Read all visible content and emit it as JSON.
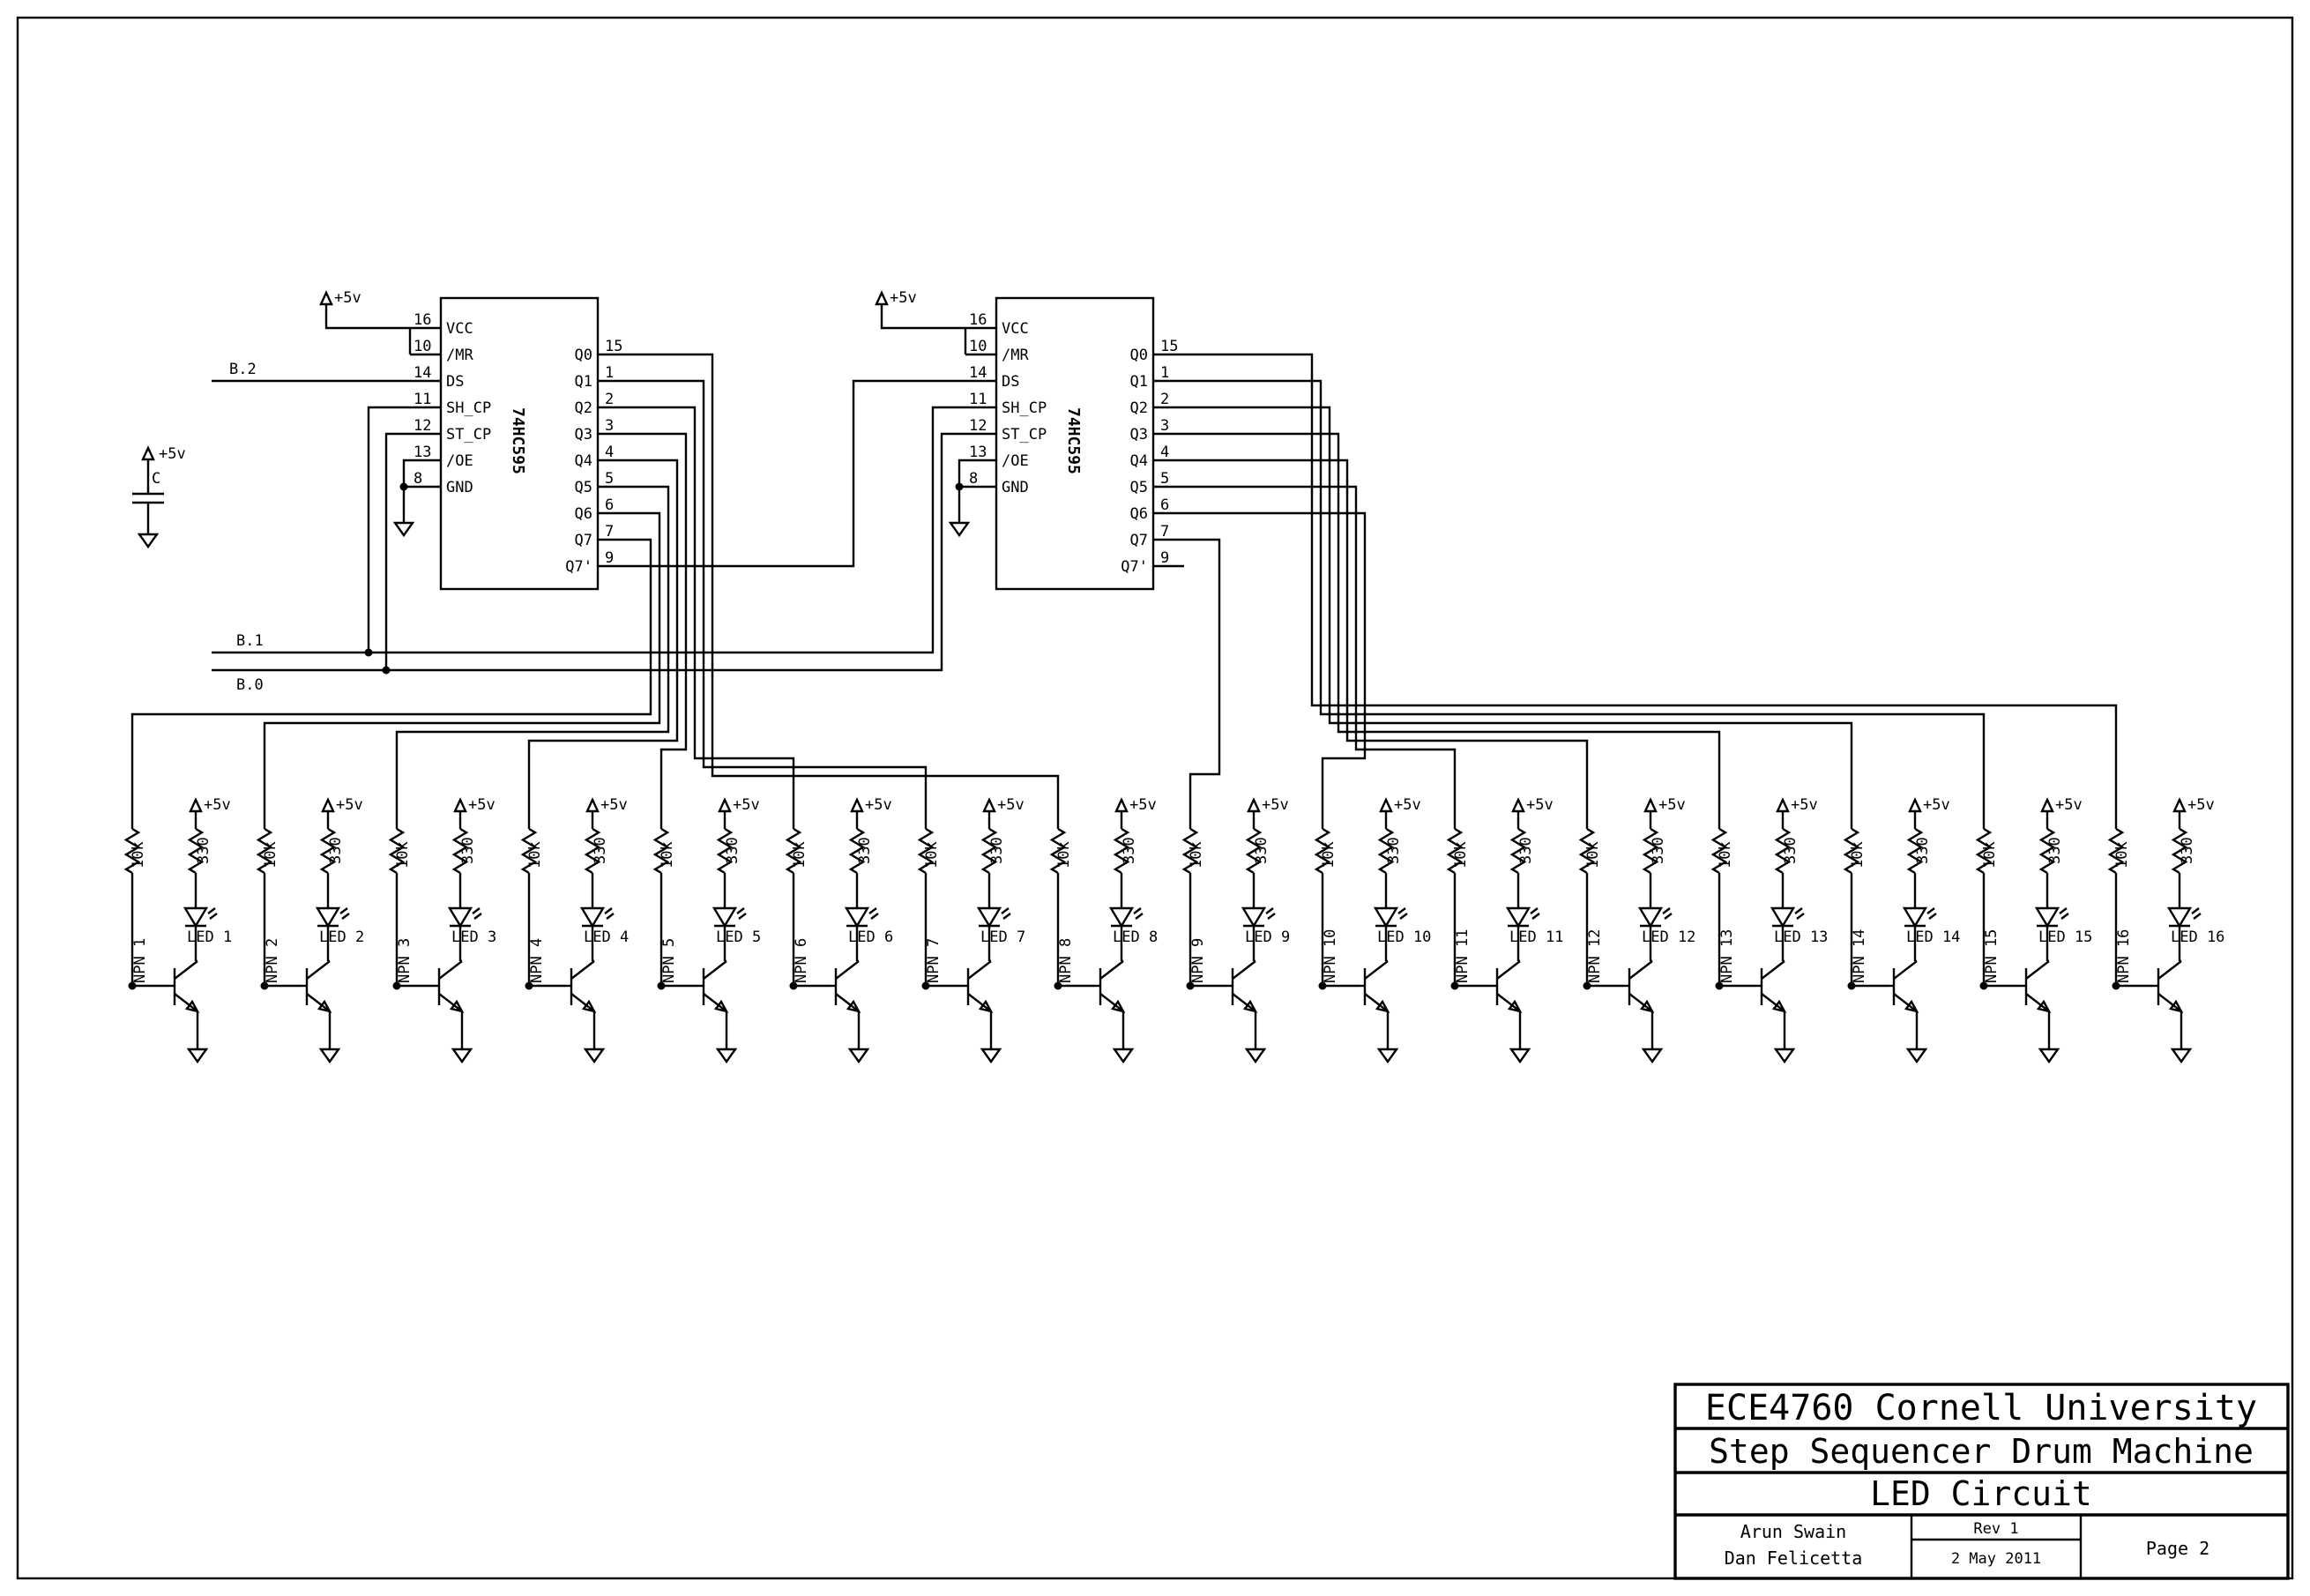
{
  "power_label": "+5v",
  "cap_label": "C",
  "bus": {
    "b2": "B.2",
    "b1": "B.1",
    "b0": "B.0"
  },
  "chips": [
    {
      "part": "74HC595",
      "left_pins": [
        {
          "num": "16",
          "name": "VCC"
        },
        {
          "num": "10",
          "name": "/MR"
        },
        {
          "num": "14",
          "name": "DS"
        },
        {
          "num": "11",
          "name": "SH_CP"
        },
        {
          "num": "12",
          "name": "ST_CP"
        },
        {
          "num": "13",
          "name": "/OE"
        },
        {
          "num": "8",
          "name": "GND"
        }
      ],
      "right_pins": [
        {
          "num": "15",
          "name": "Q0"
        },
        {
          "num": "1",
          "name": "Q1"
        },
        {
          "num": "2",
          "name": "Q2"
        },
        {
          "num": "3",
          "name": "Q3"
        },
        {
          "num": "4",
          "name": "Q4"
        },
        {
          "num": "5",
          "name": "Q5"
        },
        {
          "num": "6",
          "name": "Q6"
        },
        {
          "num": "7",
          "name": "Q7"
        },
        {
          "num": "9",
          "name": "Q7'"
        }
      ]
    },
    {
      "part": "74HC595",
      "left_pins": [
        {
          "num": "16",
          "name": "VCC"
        },
        {
          "num": "10",
          "name": "/MR"
        },
        {
          "num": "14",
          "name": "DS"
        },
        {
          "num": "11",
          "name": "SH_CP"
        },
        {
          "num": "12",
          "name": "ST_CP"
        },
        {
          "num": "13",
          "name": "/OE"
        },
        {
          "num": "8",
          "name": "GND"
        }
      ],
      "right_pins": [
        {
          "num": "15",
          "name": "Q0"
        },
        {
          "num": "1",
          "name": "Q1"
        },
        {
          "num": "2",
          "name": "Q2"
        },
        {
          "num": "3",
          "name": "Q3"
        },
        {
          "num": "4",
          "name": "Q4"
        },
        {
          "num": "5",
          "name": "Q5"
        },
        {
          "num": "6",
          "name": "Q6"
        },
        {
          "num": "7",
          "name": "Q7"
        },
        {
          "num": "9",
          "name": "Q7'"
        }
      ]
    }
  ],
  "channels": [
    {
      "npn": "NPN 1",
      "led": "LED 1",
      "base_res": "10k",
      "led_res": "330"
    },
    {
      "npn": "NPN 2",
      "led": "LED 2",
      "base_res": "10k",
      "led_res": "330"
    },
    {
      "npn": "NPN 3",
      "led": "LED 3",
      "base_res": "10k",
      "led_res": "330"
    },
    {
      "npn": "NPN 4",
      "led": "LED 4",
      "base_res": "10k",
      "led_res": "330"
    },
    {
      "npn": "NPN 5",
      "led": "LED 5",
      "base_res": "10k",
      "led_res": "330"
    },
    {
      "npn": "NPN 6",
      "led": "LED 6",
      "base_res": "10k",
      "led_res": "330"
    },
    {
      "npn": "NPN 7",
      "led": "LED 7",
      "base_res": "10k",
      "led_res": "330"
    },
    {
      "npn": "NPN 8",
      "led": "LED 8",
      "base_res": "10k",
      "led_res": "330"
    },
    {
      "npn": "NPN 9",
      "led": "LED 9",
      "base_res": "10k",
      "led_res": "330"
    },
    {
      "npn": "NPN 10",
      "led": "LED 10",
      "base_res": "10k",
      "led_res": "330"
    },
    {
      "npn": "NPN 11",
      "led": "LED 11",
      "base_res": "10k",
      "led_res": "330"
    },
    {
      "npn": "NPN 12",
      "led": "LED 12",
      "base_res": "10k",
      "led_res": "330"
    },
    {
      "npn": "NPN 13",
      "led": "LED 13",
      "base_res": "10k",
      "led_res": "330"
    },
    {
      "npn": "NPN 14",
      "led": "LED 14",
      "base_res": "10k",
      "led_res": "330"
    },
    {
      "npn": "NPN 15",
      "led": "LED 15",
      "base_res": "10k",
      "led_res": "330"
    },
    {
      "npn": "NPN 16",
      "led": "LED 16",
      "base_res": "10k",
      "led_res": "330"
    }
  ],
  "title_block": {
    "line1": "ECE4760 Cornell University",
    "line2": "Step Sequencer Drum Machine",
    "line3": "LED Circuit",
    "author1": "Arun Swain",
    "author2": "Dan Felicetta",
    "rev": "Rev 1",
    "date": "2 May 2011",
    "page": "Page 2"
  }
}
